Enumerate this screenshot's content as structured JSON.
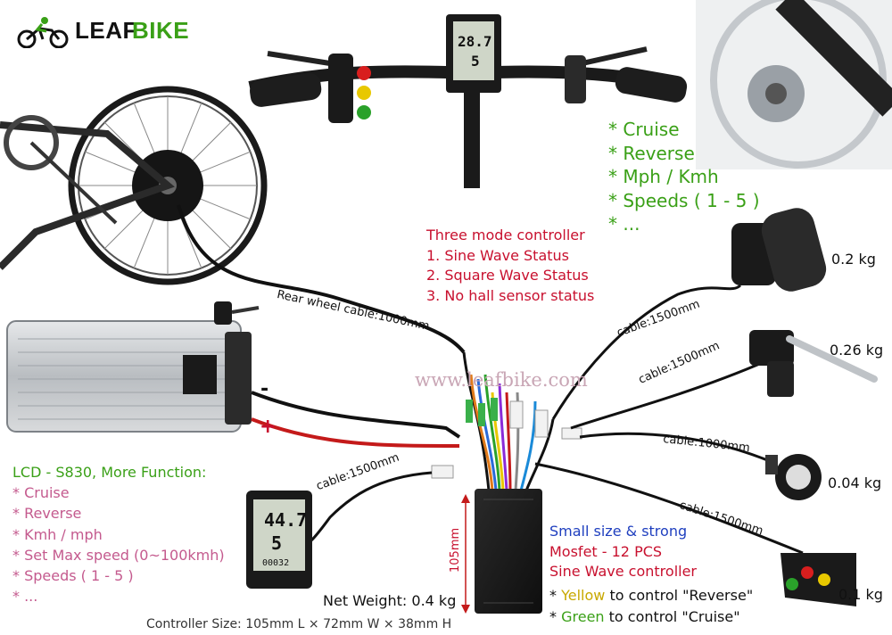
{
  "brand": {
    "logo_part1": "LEAF",
    "logo_part2": "BIKE",
    "watermark": "www.leafbike.com"
  },
  "handlebar_features": {
    "items": [
      "* Cruise",
      "* Reverse",
      "* Mph / Kmh",
      "* Speeds ( 1 - 5 )",
      "* ..."
    ]
  },
  "controller_modes": {
    "title": "Three mode controller",
    "items": [
      "1. Sine Wave Status",
      "2. Square Wave Status",
      "3. No hall sensor status"
    ]
  },
  "cables": {
    "rear_wheel": "Rear wheel cable:1000mm",
    "throttle": "cable:1500mm",
    "brake": "cable:1500mm",
    "pas": "cable:1000mm",
    "switch": "cable:1500mm",
    "lcd": "cable:1500mm"
  },
  "battery": {
    "minus": "-",
    "plus": "+"
  },
  "weights": {
    "throttle": "0.2 kg",
    "brake": "0.26 kg",
    "pas": "0.04 kg",
    "switch": "0.1 kg"
  },
  "lcd": {
    "title": "LCD - S830, More Function:",
    "items": [
      "* Cruise",
      "* Reverse",
      "* Kmh / mph",
      "* Set Max speed (0~100kmh)",
      "* Speeds ( 1 - 5 )",
      "* ..."
    ],
    "screen_speed_top": "28.7",
    "screen_digit_top": "5",
    "screen_speed_bottom": "44.7",
    "screen_digit_bottom": "5",
    "screen_odo": "00032"
  },
  "controller": {
    "height_label": "105mm",
    "features": {
      "line1": "Small size & strong",
      "line2": "Mosfet - 12 PCS",
      "line3": "Sine Wave controller"
    },
    "yellow_prefix": "* ",
    "yellow_word": "Yellow",
    "yellow_rest": " to control \"Reverse\"",
    "green_prefix": "* ",
    "green_word": "Green",
    "green_rest": " to control \"Cruise\"",
    "net_weight": "Net Weight: 0.4 kg",
    "size": "Controller Size: 105mm L × 72mm W × 38mm H"
  },
  "colors": {
    "red": "#c8102e",
    "green": "#3aa017",
    "pink": "#c45a8e",
    "blue": "#1f3fbf",
    "yellow": "#c8a800"
  }
}
